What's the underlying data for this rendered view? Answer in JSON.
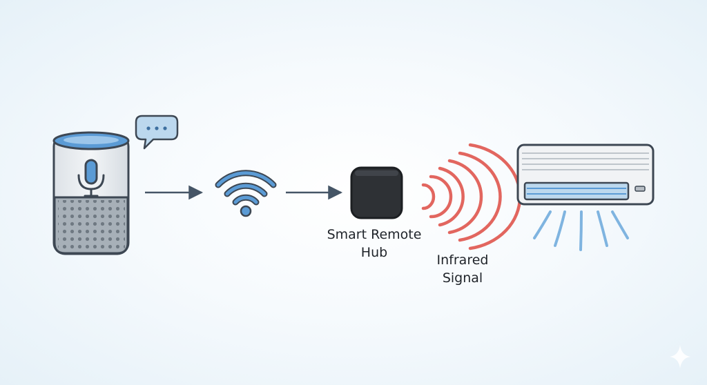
{
  "nodes": {
    "speaker": {
      "icon": "smart-speaker-icon"
    },
    "bubble": {
      "icon": "speech-bubble-icon"
    },
    "wifi": {
      "icon": "wifi-icon"
    },
    "hub": {
      "icon": "smart-remote-hub-icon",
      "label_line1": "Smart Remote",
      "label_line2": "Hub"
    },
    "infrared": {
      "icon": "infrared-waves-icon",
      "label_line1": "Infrared",
      "label_line2": "Signal"
    },
    "ac": {
      "icon": "air-conditioner-icon"
    }
  },
  "edges": [
    {
      "from": "speaker",
      "to": "wifi"
    },
    {
      "from": "wifi",
      "to": "hub"
    }
  ],
  "colors": {
    "outline": "#3d4753",
    "blue_accent": "#5b9bd5",
    "blue_light": "#bcd8ee",
    "speaker_body": "#e7ebef",
    "speaker_grille": "#9aa3ab",
    "hub_fill": "#2e3135",
    "infrared": "#e2665f",
    "arrow": "#455566",
    "airflow": "#7fb4e0"
  }
}
